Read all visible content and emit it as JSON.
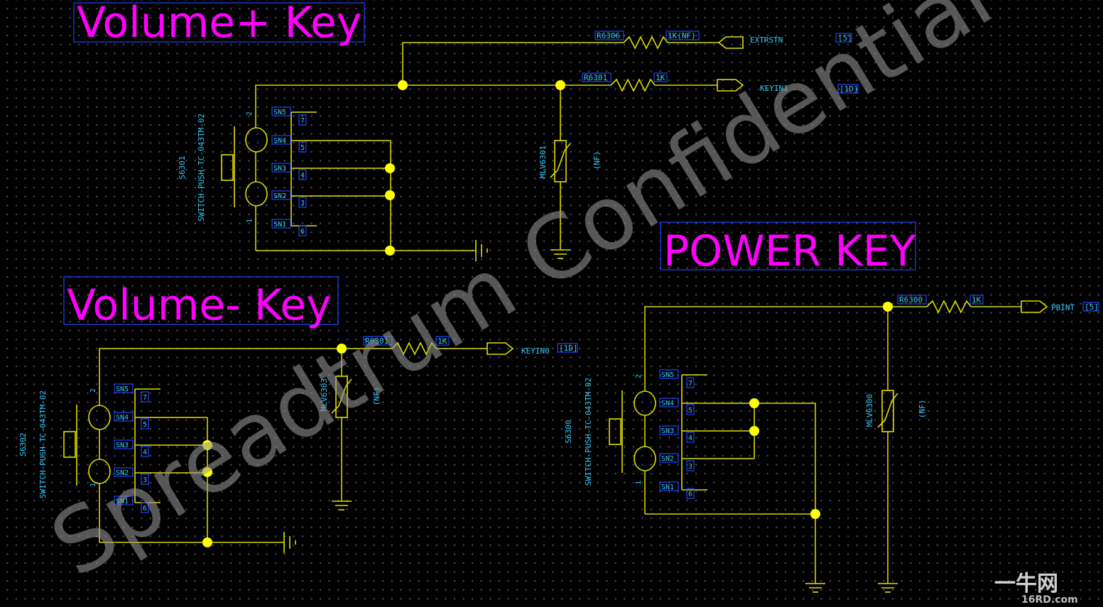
{
  "sections": {
    "volume_up": {
      "title": "Volume+ Key",
      "switch": {
        "ref": "S6301",
        "part": "SWITCH-PUSH-TC-043TM-02",
        "pins": [
          "2",
          "1"
        ],
        "sn": [
          "SN5",
          "SN4",
          "SN3",
          "SN2",
          "SN1"
        ],
        "sn_pins": [
          "7",
          "5",
          "4",
          "3",
          "6"
        ]
      },
      "res_top": {
        "ref": "R6306",
        "value": "1K(NF)"
      },
      "port_top": {
        "net": "EXTRSTN",
        "ref": "[5]"
      },
      "res": {
        "ref": "R6301",
        "value": "1K"
      },
      "port": {
        "net": "KEYIN1",
        "ref": "[1D]"
      },
      "varistor": {
        "ref": "MLV6301",
        "note": "(NF)"
      }
    },
    "volume_down": {
      "title": "Volume- Key",
      "switch": {
        "ref": "S6302",
        "part": "SWITCH-PUSH-TC-043TM-02",
        "pins": [
          "2",
          "1"
        ],
        "sn": [
          "SN5",
          "SN4",
          "SN3",
          "SN2",
          "SN1"
        ],
        "sn_pins": [
          "7",
          "5",
          "4",
          "3",
          "6"
        ]
      },
      "res": {
        "ref": "R6301",
        "value": "1K"
      },
      "port": {
        "net": "KEYIN0",
        "ref": "[1D]"
      },
      "varistor": {
        "ref": "MLV6303",
        "note": "(NF)"
      }
    },
    "power": {
      "title": "POWER KEY",
      "switch": {
        "ref": "S6300",
        "part": "SWITCH-PUSH-TC-043TM-02",
        "pins": [
          "2",
          "1"
        ],
        "sn": [
          "SN5",
          "SN4",
          "SN3",
          "SN2",
          "SN1"
        ],
        "sn_pins": [
          "7",
          "5",
          "4",
          "3",
          "6"
        ]
      },
      "res": {
        "ref": "R6300",
        "value": "1K"
      },
      "port": {
        "net": "PBINT",
        "ref": "[5]"
      },
      "varistor": {
        "ref": "MLV6300",
        "note": "(NF)"
      }
    }
  },
  "watermark": "Spreadtrum Confidential",
  "logo": {
    "line1": "一牛网",
    "line2": "16RD.com"
  },
  "colors": {
    "background": "#000000",
    "title": "#ff00ff",
    "label": "#33ccff",
    "wire": "#d8d800",
    "junction": "#ffff00",
    "box": "#2244ff"
  }
}
